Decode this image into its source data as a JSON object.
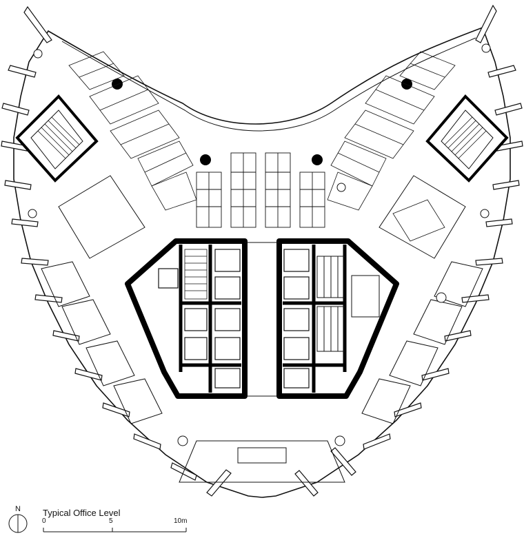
{
  "plan": {
    "title": "Typical Office Level",
    "north_label": "N",
    "scale_labels": [
      "0",
      "5",
      "10m"
    ]
  },
  "colors": {
    "wall": "#000000",
    "line": "#111111",
    "fill": "#ffffff",
    "column": "#000000"
  }
}
